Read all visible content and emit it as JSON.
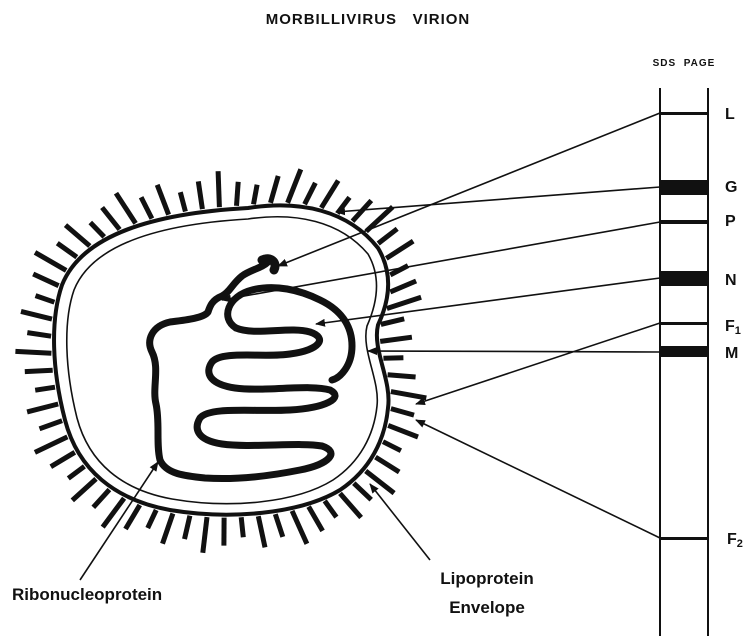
{
  "title": "MORBILLIVIRUS   VIRION",
  "gel": {
    "header": "SDS  PAGE",
    "bands": [
      {
        "id": "L",
        "label": "L"
      },
      {
        "id": "G",
        "label": "G"
      },
      {
        "id": "P",
        "label": "P"
      },
      {
        "id": "N",
        "label": "N"
      },
      {
        "id": "F1",
        "label": "F",
        "sub": "1"
      },
      {
        "id": "M",
        "label": "M"
      },
      {
        "id": "F2",
        "label": "F",
        "sub": "2"
      }
    ]
  },
  "labels": {
    "ribonucleoprotein": "Ribonucleoprotein",
    "envelope_line1": "Lipoprotein",
    "envelope_line2": "Envelope"
  },
  "colors": {
    "ink": "#111111",
    "background": "#ffffff"
  }
}
